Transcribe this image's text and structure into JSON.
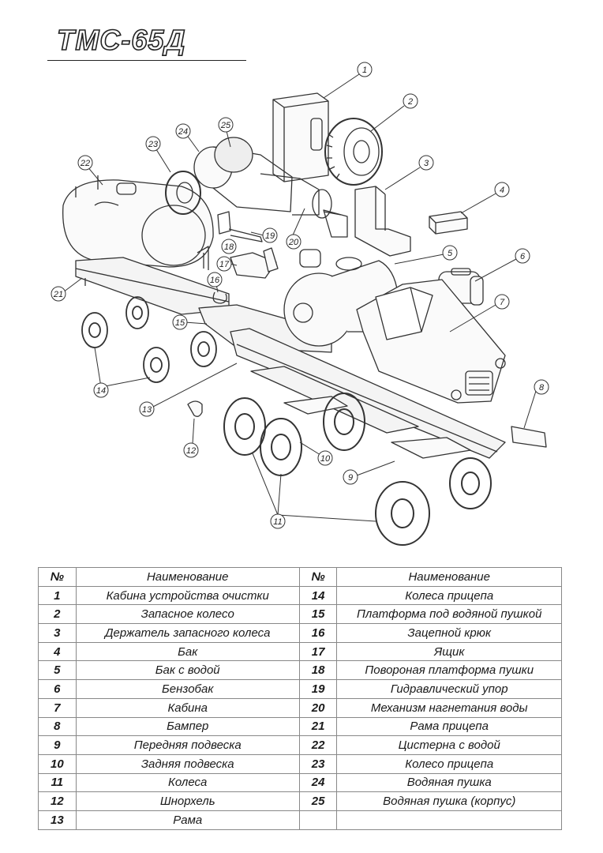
{
  "title": "ТМС-65Д",
  "table": {
    "headers": [
      "№",
      "Наименование",
      "№",
      "Наименование"
    ],
    "rows": [
      {
        "n1": "1",
        "name1": "Кабина устройства очистки",
        "n2": "14",
        "name2": "Колеса прицепа"
      },
      {
        "n1": "2",
        "name1": "Запасное колесо",
        "n2": "15",
        "name2": "Платформа под водяной пушкой"
      },
      {
        "n1": "3",
        "name1": "Держатель запасного колеса",
        "n2": "16",
        "name2": "Зацепной крюк"
      },
      {
        "n1": "4",
        "name1": "Бак",
        "n2": "17",
        "name2": "Ящик"
      },
      {
        "n1": "5",
        "name1": "Бак с водой",
        "n2": "18",
        "name2": "Повороная платформа пушки"
      },
      {
        "n1": "6",
        "name1": "Бензобак",
        "n2": "19",
        "name2": "Гидравлический упор"
      },
      {
        "n1": "7",
        "name1": "Кабина",
        "n2": "20",
        "name2": "Механизм нагнетания воды"
      },
      {
        "n1": "8",
        "name1": "Бампер",
        "n2": "21",
        "name2": "Рама прицепа"
      },
      {
        "n1": "9",
        "name1": "Передняя подвеска",
        "n2": "22",
        "name2": "Цистерна с водой"
      },
      {
        "n1": "10",
        "name1": "Задняя подвеска",
        "n2": "23",
        "name2": "Колесо прицепа"
      },
      {
        "n1": "11",
        "name1": "Колеса",
        "n2": "24",
        "name2": "Водяная пушка"
      },
      {
        "n1": "12",
        "name1": "Шнорхель",
        "n2": "25",
        "name2": "Водяная пушка (корпус)"
      },
      {
        "n1": "13",
        "name1": "Рама",
        "n2": "",
        "name2": ""
      }
    ]
  },
  "callouts": [
    "1",
    "2",
    "3",
    "4",
    "5",
    "6",
    "7",
    "8",
    "9",
    "10",
    "11",
    "12",
    "13",
    "14",
    "15",
    "16",
    "17",
    "18",
    "19",
    "20",
    "21",
    "22",
    "23",
    "24",
    "25"
  ]
}
